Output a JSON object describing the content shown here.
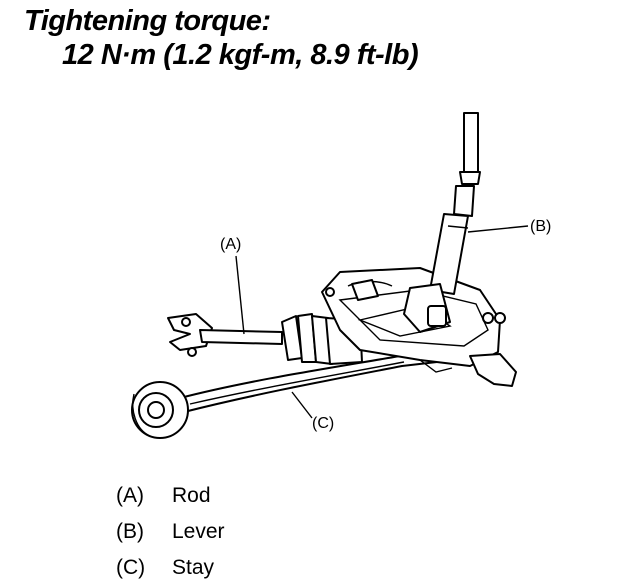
{
  "title": {
    "line1": "Tightening torque:",
    "line2": "12 N·m (1.2 kgf-m, 8.9 ft-lb)"
  },
  "callouts": {
    "a": "(A)",
    "b": "(B)",
    "c": "(C)"
  },
  "legend": [
    {
      "key": "(A)",
      "label": "Rod"
    },
    {
      "key": "(B)",
      "label": "Lever"
    },
    {
      "key": "(C)",
      "label": "Stay"
    }
  ]
}
